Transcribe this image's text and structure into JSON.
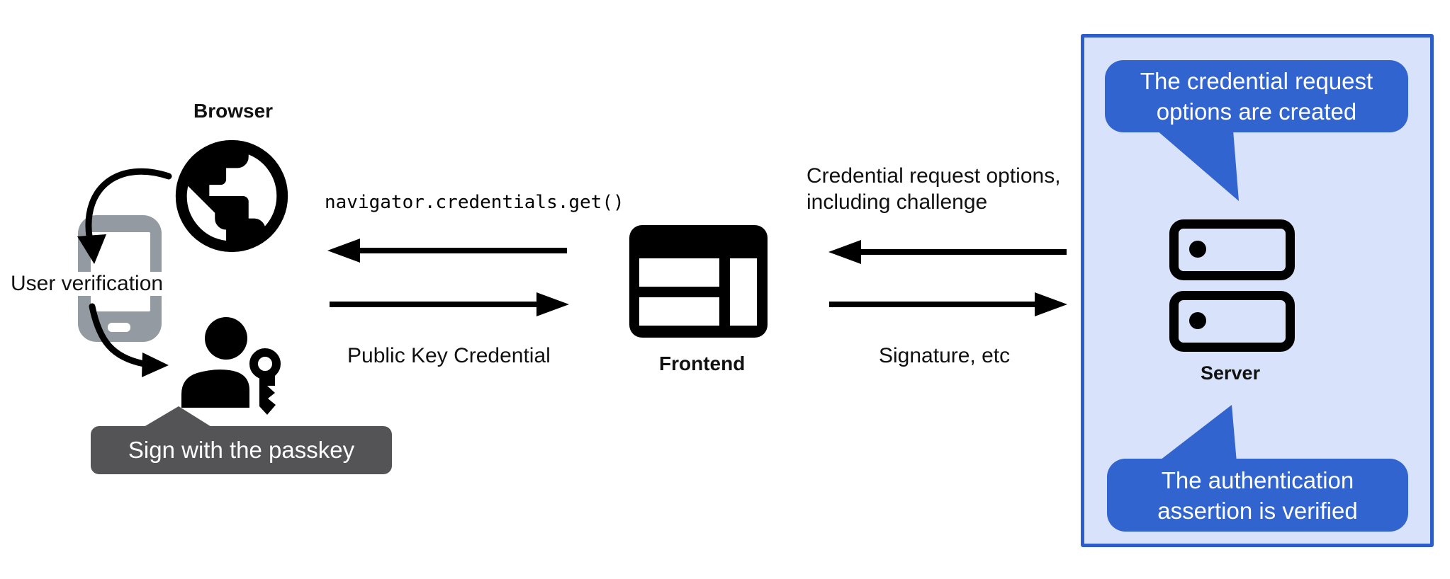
{
  "left_group": {
    "browser_label": "Browser",
    "user_verification_label": "User verification",
    "passkey_tooltip": "Sign with the passkey"
  },
  "frontend": {
    "label": "Frontend"
  },
  "server_panel": {
    "server_label": "Server",
    "bubble_top": {
      "line1": "The credential request",
      "line2": "options are created"
    },
    "bubble_bottom": {
      "line1": "The authentication",
      "line2": "assertion is verified"
    }
  },
  "flows": {
    "browser_frontend": {
      "call_code": "navigator.credentials.get()",
      "response_label": "Public Key Credential"
    },
    "frontend_server": {
      "request_line1": "Credential request options,",
      "request_line2": "including challenge",
      "response_label": "Signature, etc"
    }
  },
  "icons": {
    "browser": "globe-icon",
    "verification_device": "smartphone-icon",
    "user": "person-icon",
    "passkey": "key-icon",
    "frontend": "browser-window-icon",
    "server": "server-stack-icon"
  },
  "colors": {
    "bubble_blue": "#3164cf",
    "panel_bg": "#d8e2fa",
    "panel_border": "#2e5cc8",
    "tooltip_gray": "#545457",
    "phone_gray": "#949aa1",
    "ink": "#111111"
  }
}
